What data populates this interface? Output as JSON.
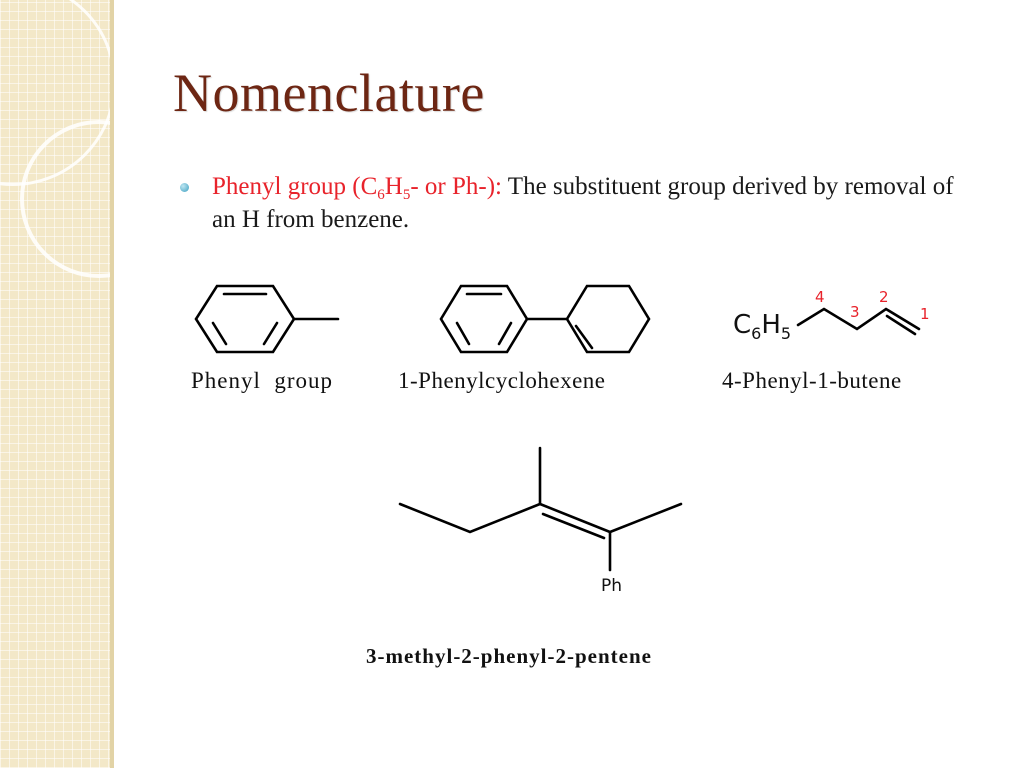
{
  "slide": {
    "title": "Nomenclature",
    "bullet": {
      "term_prefix": "Phenyl group (C",
      "term_sub1": "6",
      "term_mid": "H",
      "term_sub2": "5",
      "term_suffix": "- or Ph-):",
      "description": " The substituent group derived by removal of an H from benzene."
    }
  },
  "structures": {
    "phenyl_group": {
      "label": "Phenyl  group"
    },
    "phenylcyclohexene": {
      "label": "1-Phenylcyclohexene"
    },
    "phenylbutene": {
      "label": "4-Phenyl-1-butene",
      "substituent_c": "C",
      "substituent_c_sub": "6",
      "substituent_h": "H",
      "substituent_h_sub": "5",
      "numbers": [
        "4",
        "3",
        "2",
        "1"
      ],
      "number_color": "#e8232b"
    },
    "methylphenylpentene": {
      "label": "3-methyl-2-phenyl-2-pentene",
      "ph_label": "Ph"
    }
  },
  "colors": {
    "title": "#6d2613",
    "term": "#e8232b",
    "side_band": "#f3e8c8"
  }
}
